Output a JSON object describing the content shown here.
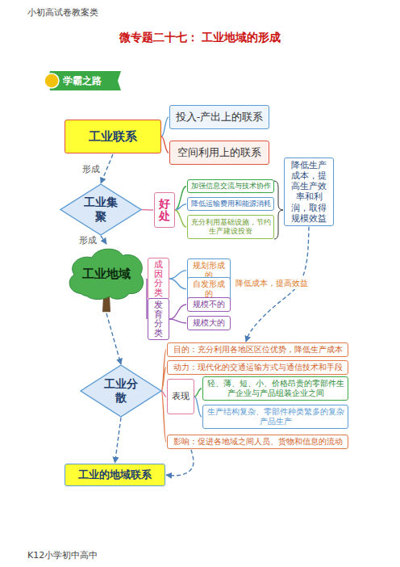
{
  "diagram": {
    "title": "微专题二十七： 工业地域的形成",
    "nodes": [
      {
        "text": [
          "工业联系"
        ]
      },
      {
        "text": [
          "投入-产出上的联系"
        ]
      },
      {
        "text": [
          "空间利用上的联系"
        ]
      },
      {
        "text": [
          "工业集聚"
        ]
      },
      {
        "text": [
          "好处"
        ]
      },
      {
        "text": [
          "加强信息交流与技术协作"
        ]
      },
      {
        "text": [
          "降低运输费用和能源消耗"
        ]
      },
      {
        "text": [
          "充分利用基础设施，节约生产建设投资"
        ]
      },
      {
        "text": [
          "降低生产成本，提高生产效率和利润，取得规模效益"
        ]
      },
      {
        "text": [
          "工业地域"
        ]
      },
      {
        "text": [
          "成因分类"
        ]
      },
      {
        "text": [
          "规划形成的"
        ]
      },
      {
        "text": [
          "自发形成的"
        ]
      },
      {
        "text": [
          "发育分类"
        ]
      },
      {
        "text": [
          "规模不的"
        ]
      },
      {
        "text": [
          "规模大的"
        ]
      },
      {
        "text": [
          "工业分散"
        ]
      },
      {
        "text": [
          "目的：充分利用各地区区位优势，降低生产成本"
        ]
      },
      {
        "text": [
          "动力：现代化的交通运输方式与通信技术和手段"
        ]
      },
      {
        "text": [
          "表现"
        ]
      },
      {
        "text": [
          "轻、薄、短、小、价格昂贵的零部件生产企业与产品组装企业之间"
        ]
      },
      {
        "text": [
          "生产结构复杂、零部件种类繁多的复杂产品生产"
        ]
      },
      {
        "text": [
          "影响：促进各地域之间人员、货物和信息的流动"
        ]
      },
      {
        "text": [
          "工业的地域联系"
        ]
      }
    ],
    "edges": [
      {
        "from": 0,
        "to": 1,
        "arrow": "none"
      },
      {
        "from": 0,
        "to": 2,
        "arrow": "none"
      },
      {
        "from": 0,
        "to": 3,
        "label": "形成",
        "arrow": "to"
      },
      {
        "from": 3,
        "to": 4,
        "arrow": "none"
      },
      {
        "from": 4,
        "to": 5,
        "arrow": "none"
      },
      {
        "from": 4,
        "to": 6,
        "arrow": "none"
      },
      {
        "from": 4,
        "to": 7,
        "arrow": "none"
      },
      {
        "from": 3,
        "to": 9,
        "label": "形成",
        "arrow": "to"
      },
      {
        "from": 9,
        "to": 10,
        "arrow": "none"
      },
      {
        "from": 9,
        "to": 13,
        "arrow": "none"
      },
      {
        "from": 10,
        "to": 11,
        "arrow": "none"
      },
      {
        "from": 10,
        "to": 12,
        "arrow": "none"
      },
      {
        "from": 13,
        "to": 14,
        "arrow": "none"
      },
      {
        "from": 13,
        "to": 15,
        "arrow": "none"
      },
      {
        "from": 8,
        "to": 17,
        "arrow": "to"
      },
      {
        "from": 9,
        "to": 16,
        "arrow": "to"
      },
      {
        "from": 16,
        "to": 17,
        "arrow": "none"
      },
      {
        "from": 16,
        "to": 18,
        "arrow": "none"
      },
      {
        "from": 16,
        "to": 19,
        "arrow": "none"
      },
      {
        "from": 16,
        "to": 22,
        "arrow": "none"
      },
      {
        "from": 19,
        "to": 20,
        "arrow": "none"
      },
      {
        "from": 19,
        "to": 21,
        "arrow": "none"
      },
      {
        "from": 16,
        "to": 23,
        "arrow": "to"
      },
      {
        "from": 22,
        "to": 23,
        "arrow": "to"
      }
    ],
    "labels": [
      "小初高试卷教案类",
      "学霸之路",
      "降低成本，提高效益",
      "K12小学初中高中"
    ]
  }
}
